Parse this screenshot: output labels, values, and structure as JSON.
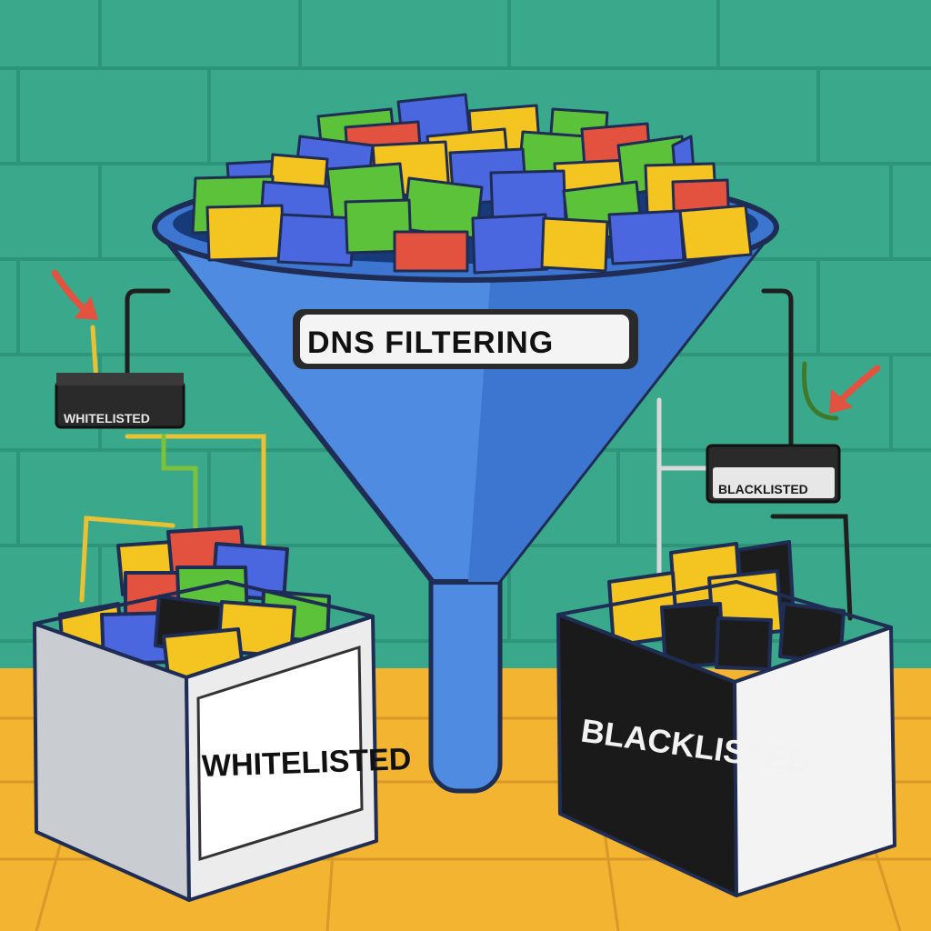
{
  "funnel": {
    "label": "DNS FILTERING"
  },
  "tags": {
    "whitelisted": "WHITELISTED",
    "blacklisted": "BLACKLISTED"
  },
  "bins": {
    "whitelisted": "WHITELISTED",
    "blacklisted": "BLACKLISTED"
  },
  "colors": {
    "wall": "#3aa88a",
    "floor": "#f2b431",
    "funnel": "#4f8be0",
    "folder_green": "#5cc23a",
    "folder_yellow": "#f4c521",
    "folder_blue": "#4a67e0",
    "folder_red": "#e2523f",
    "folder_black": "#1c1c1c",
    "arrow": "#e2523f"
  }
}
